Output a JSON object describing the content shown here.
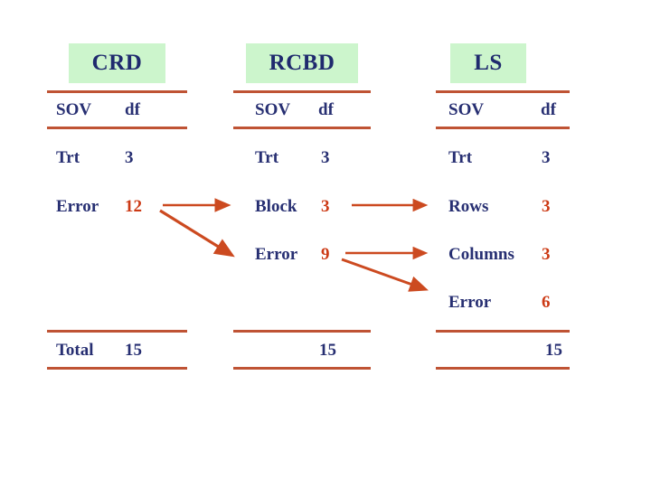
{
  "slide": {
    "background_color": "#ffffff",
    "text_color": "#272f72",
    "accent_color": "#cc3a15",
    "rule_color": "#bf5334",
    "highlight_color": "#ccf5cc"
  },
  "columns": [
    {
      "id": "crd",
      "title": "CRD",
      "headers": {
        "sov": "SOV",
        "df": "df"
      },
      "rows": [
        {
          "sov": "Trt",
          "df": "3",
          "df_color": "navy"
        },
        {
          "sov": "Error",
          "df": "12",
          "df_color": "red"
        }
      ],
      "total": {
        "label": "Total",
        "df": "15"
      }
    },
    {
      "id": "rcbd",
      "title": "RCBD",
      "headers": {
        "sov": "SOV",
        "df": "df"
      },
      "rows": [
        {
          "sov": "Trt",
          "df": "3",
          "df_color": "navy"
        },
        {
          "sov": "Block",
          "df": "3",
          "df_color": "red"
        },
        {
          "sov": "Error",
          "df": "9",
          "df_color": "red"
        }
      ],
      "total": {
        "label": "",
        "df": "15"
      }
    },
    {
      "id": "ls",
      "title": "LS",
      "headers": {
        "sov": "SOV",
        "df": "df"
      },
      "rows": [
        {
          "sov": "Trt",
          "df": "3",
          "df_color": "navy"
        },
        {
          "sov": "Rows",
          "df": "3",
          "df_color": "red"
        },
        {
          "sov": "Columns",
          "df": "3",
          "df_color": "red"
        },
        {
          "sov": "Error",
          "df": "6",
          "df_color": "red"
        }
      ],
      "total": {
        "label": "",
        "df": "15"
      }
    }
  ],
  "arrows": [
    {
      "id": "crd-error-to-rcbd-block",
      "from": "Error 12",
      "to": "Block 3",
      "style": "straight"
    },
    {
      "id": "crd-error-to-rcbd-error",
      "from": "Error 12",
      "to": "Error 9",
      "style": "diagonal"
    },
    {
      "id": "rcbd-block-to-ls-rows",
      "from": "Block 3",
      "to": "Rows 3",
      "style": "straight"
    },
    {
      "id": "rcbd-error-to-ls-columns",
      "from": "Error 9",
      "to": "Columns 3",
      "style": "straight"
    },
    {
      "id": "rcbd-error-to-ls-error",
      "from": "Error 9",
      "to": "Error 6",
      "style": "diagonal"
    }
  ]
}
